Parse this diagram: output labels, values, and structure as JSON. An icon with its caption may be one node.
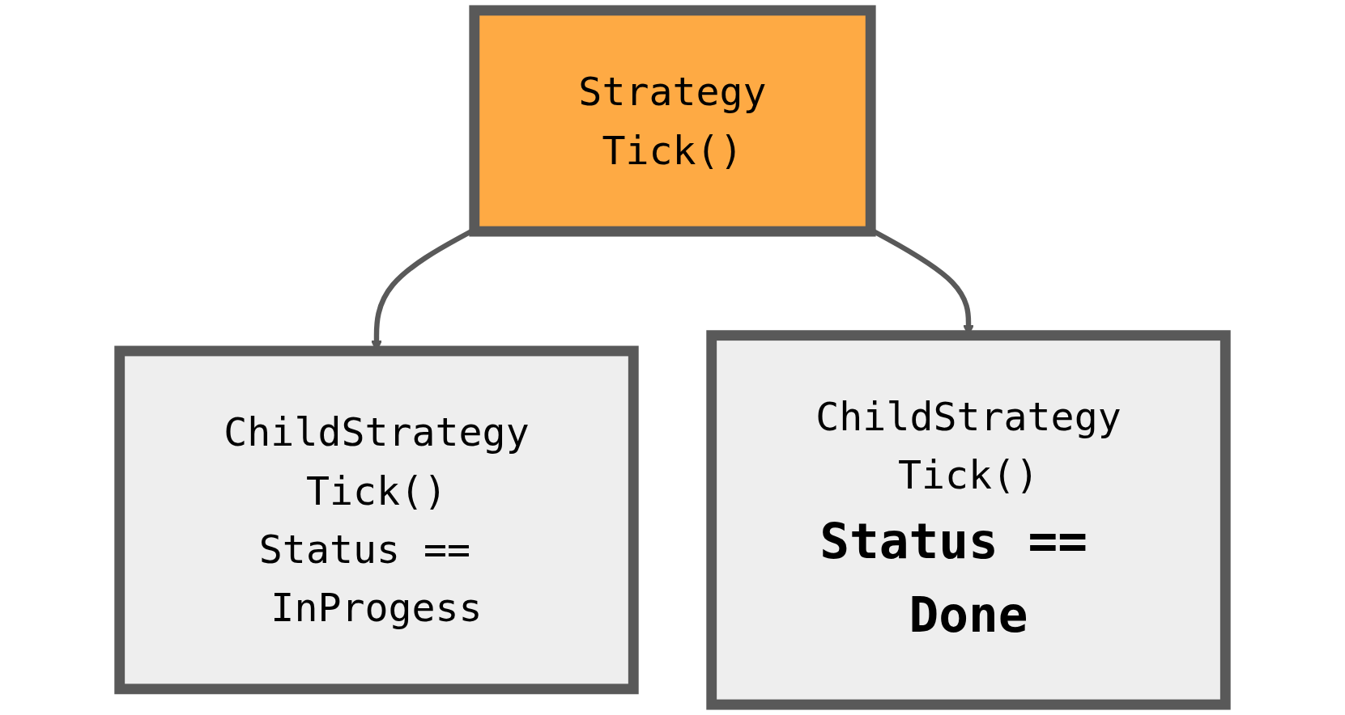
{
  "diagram": {
    "nodes": [
      {
        "text": [
          "Strategy",
          "Tick()"
        ]
      },
      {
        "text": [
          "ChildStrategy",
          "Tick()",
          "Status == InProgess"
        ]
      },
      {
        "text": [
          "ChildStrategy",
          "Tick()",
          "Status == Done"
        ]
      }
    ],
    "edges": [
      {
        "from": 0,
        "to": 1,
        "arrow": "to"
      },
      {
        "from": 0,
        "to": 2,
        "arrow": "to"
      }
    ]
  }
}
